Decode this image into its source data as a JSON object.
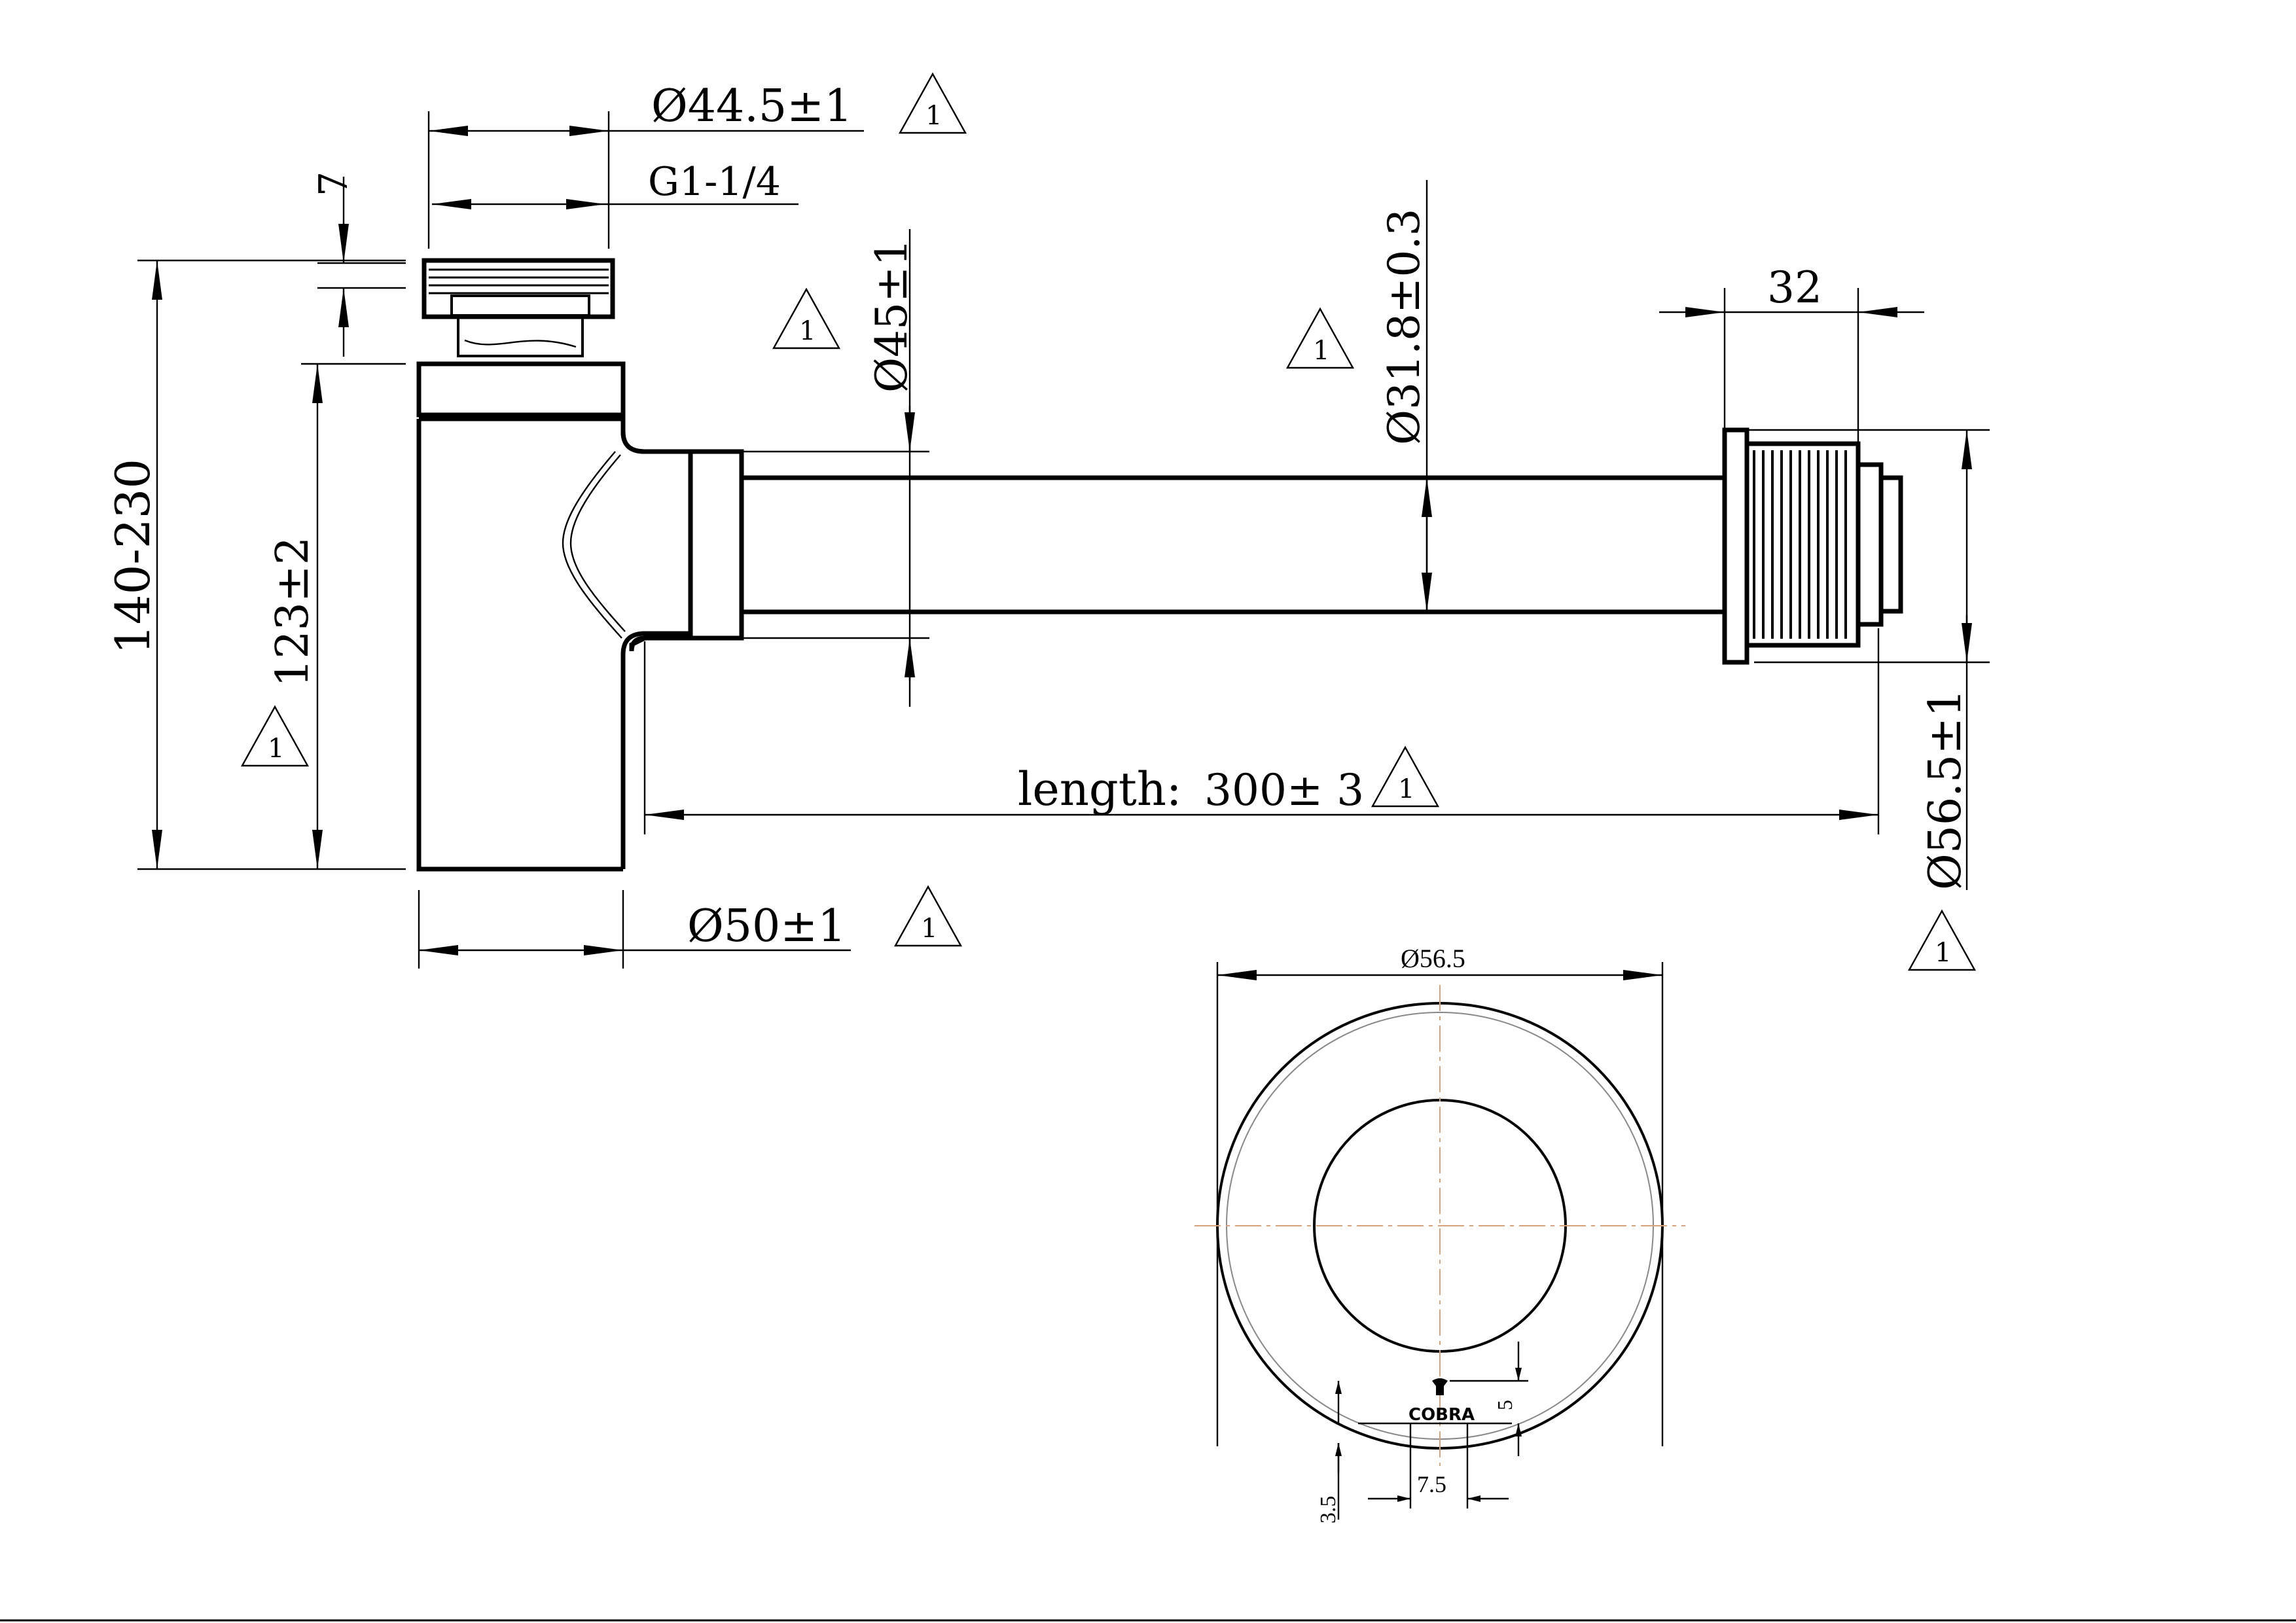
{
  "dimensions": {
    "cap_diameter": "Ø44.5±1",
    "thread": "G1-1/4",
    "cap_height": "7",
    "overall_height": "140-230",
    "body_height": "123±2",
    "inlet_diameter": "Ø45±1",
    "pipe_diameter": "Ø31.8±0.3",
    "nut_width": "32",
    "flange_diameter": "Ø56.5±1",
    "length_label": "length:",
    "length_value": "300± 3",
    "body_diameter": "Ø50±1",
    "rosette_diameter": "Ø56.5",
    "logo_height": "5",
    "logo_width": "7.5",
    "logo_offset": "3.5"
  },
  "revision_marker": "1",
  "logo_text": "COBRA",
  "colors": {
    "line": "#000000",
    "centerline": "#d9a27a",
    "background": "#ffffff"
  }
}
